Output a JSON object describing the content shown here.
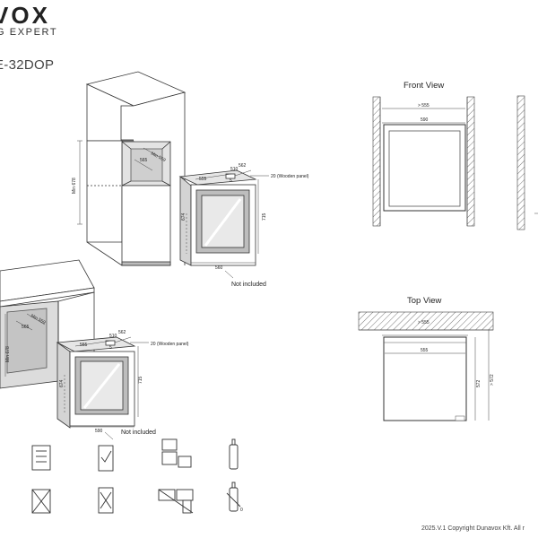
{
  "header": {
    "brand": "VOX",
    "tagline": "G EXPERT",
    "model": "E-32DOP"
  },
  "tall_install": {
    "dims": {
      "top_565": "565",
      "min559": "Min 559",
      "min678": "Min 678",
      "w555": "555",
      "w510": "510",
      "w562": "562",
      "w5": "5",
      "wooden_panel": "20 (Wooden panel)",
      "h674": "674",
      "h715": "715",
      "b560": "560"
    },
    "not_included": "Not included"
  },
  "under_counter": {
    "dims": {
      "d565": "565",
      "min559": "Min 559",
      "min678": "Min 678",
      "w555": "555",
      "w510": "510",
      "w562": "562",
      "w5": "5",
      "wooden_panel": "20 (Wooden panel)",
      "h674": "674",
      "h715": "715",
      "b590": "590"
    },
    "not_included": "Not included"
  },
  "front_view": {
    "title": "Front View",
    "gt555": "> 555",
    "w590": "590"
  },
  "top_view": {
    "title": "Top View",
    "gt555": "> 555",
    "w555": "555",
    "d572": "572",
    "gt572": "> 572"
  },
  "icons": [
    "do-not-lay-flat-icon",
    "hand-check-icon",
    "stacked-boxes-icon",
    "bottle-upright-icon",
    "do-not-lay-flat-crossed-icon",
    "hand-crossed-icon",
    "boxes-crossed-icon",
    "bottle-crossed-icon"
  ],
  "icon_labels": {
    "zero": "0"
  },
  "footer": {
    "copyright": "2025.V.1 Copyright Dunavox Kft. All r"
  }
}
